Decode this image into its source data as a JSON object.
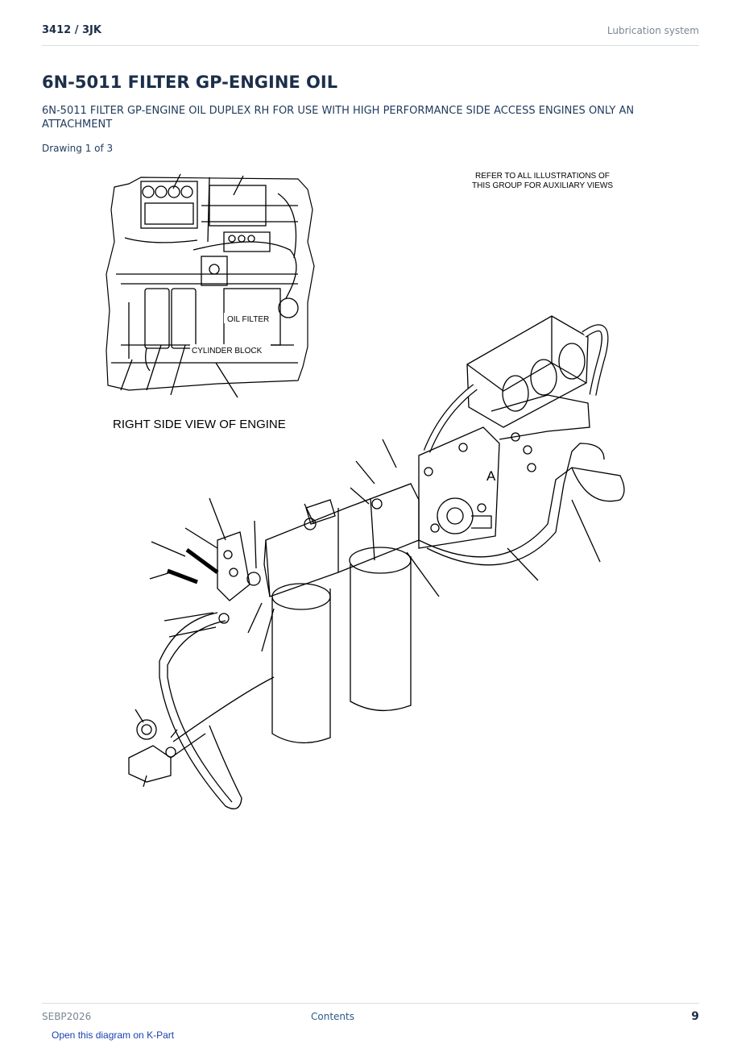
{
  "header": {
    "model": "3412  /  3JK",
    "section": "Lubrication system"
  },
  "title": "6N-5011 FILTER GP-ENGINE OIL",
  "description": "6N-5011 FILTER GP-ENGINE OIL DUPLEX RH FOR USE WITH HIGH PERFORMANCE SIDE ACCESS ENGINES ONLY AN ATTACHMENT",
  "drawing_label": "Drawing 1 of 3",
  "diagram": {
    "refer_line1": "REFER TO ALL ILLUSTRATIONS OF",
    "refer_line2": "THIS GROUP FOR AUXILIARY VIEWS",
    "oil_filter": "OIL FILTER",
    "cylinder_block": "CYLINDER BLOCK",
    "view_caption": "RIGHT SIDE VIEW OF ENGINE",
    "view_marker": "A"
  },
  "footer": {
    "doc_id": "SEBP2026",
    "contents_link": "Contents",
    "page_number": "9",
    "kpart_link": "Open this diagram on K-Part"
  }
}
